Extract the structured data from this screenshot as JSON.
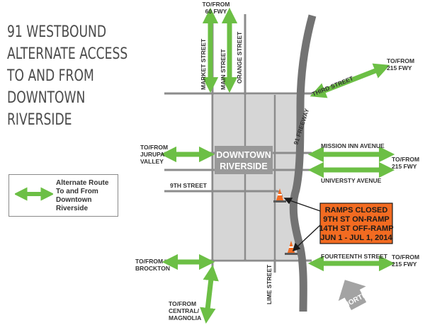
{
  "title_lines": [
    "91 WESTBOUND",
    "ALTERNATE ACCESS",
    "TO AND FROM",
    "DOWNTOWN",
    "RIVERSIDE"
  ],
  "legend": {
    "lines": [
      "Alternate Route",
      "To and From",
      "Downtown",
      "Riverside"
    ]
  },
  "streets": {
    "market": "MARKET STREET",
    "main": "MAIN STREET",
    "orange": "ORANGE STREET",
    "third": "THIRD STREET",
    "freeway": "91 FREEWAY",
    "mission_inn": "MISSION INN AVENUE",
    "university": "UNIVERSTY AVENUE",
    "ninth": "9TH STREET",
    "fourteenth": "FOURTEENTH STREET",
    "lime": "LIME STREET"
  },
  "destinations": {
    "fwy60": [
      "TO/FROM",
      "60 FWY"
    ],
    "fwy215_third": [
      "TO/FROM",
      "215 FWY"
    ],
    "jurupa": [
      "TO/FROM",
      "JURUPA",
      "VALLEY"
    ],
    "fwy215_mission": [
      "TO/FROM",
      "215 FWY"
    ],
    "brockton": [
      "TO/FROM",
      "BROCKTON"
    ],
    "fwy215_fourteenth": [
      "TO/FROM",
      "215 FWY"
    ],
    "magnolia": [
      "TO/FROM",
      "CENTRAL/",
      "MAGNOLIA"
    ]
  },
  "downtown_label": [
    "DOWNTOWN",
    "RIVERSIDE"
  ],
  "closure": {
    "lines": [
      "RAMPS CLOSED",
      "9TH ST ON-RAMP",
      "14TH ST OFF-RAMP",
      "JUN 1 - JUL 1, 2014"
    ]
  },
  "north_label": "NORTH",
  "colors": {
    "arrow_green": "#6cbf45",
    "road_gray": "#8c8c8c",
    "freeway_gray": "#737373",
    "block_gray": "#d6d6d6",
    "downtown_box": "#999999",
    "closure_orange": "#f26b21",
    "title_text": "#4a4a4a"
  },
  "icons": [
    "traffic-cone-icon",
    "traffic-cone-icon",
    "north-arrow-icon",
    "double-arrow-icon"
  ]
}
